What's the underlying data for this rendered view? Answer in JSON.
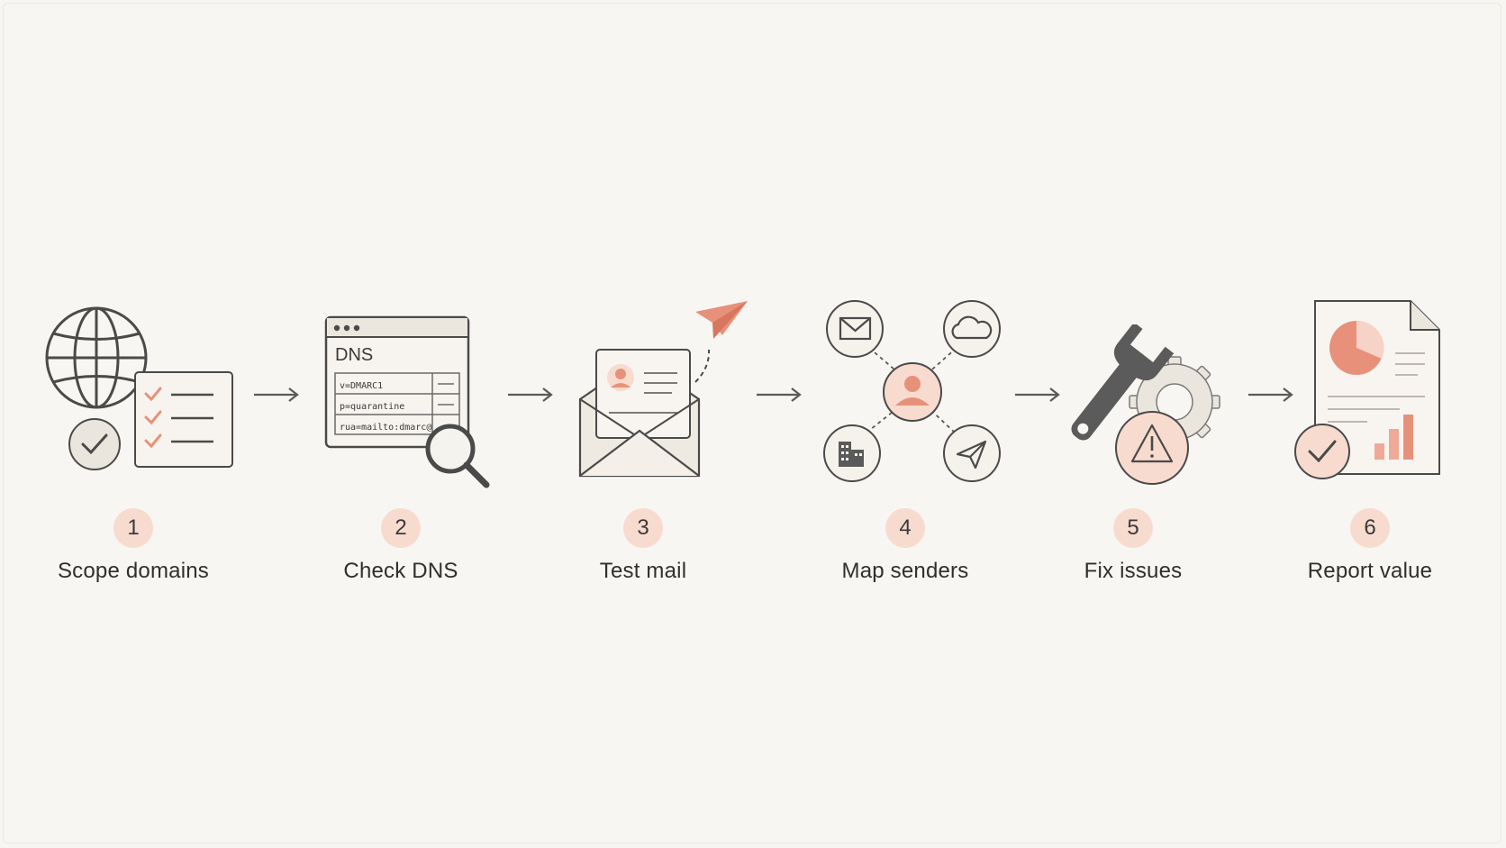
{
  "colors": {
    "background": "#f8f6f2",
    "accent": "#e8917a",
    "accent_light": "#f8dbcf",
    "stroke": "#4a4a4a"
  },
  "steps": [
    {
      "number": "1",
      "label": "Scope domains",
      "icon": "globe-checklist-icon"
    },
    {
      "number": "2",
      "label": "Check DNS",
      "icon": "dns-record-search-icon"
    },
    {
      "number": "3",
      "label": "Test mail",
      "icon": "envelope-send-icon"
    },
    {
      "number": "4",
      "label": "Map senders",
      "icon": "sender-network-icon"
    },
    {
      "number": "5",
      "label": "Fix issues",
      "icon": "wrench-gear-warning-icon"
    },
    {
      "number": "6",
      "label": "Report value",
      "icon": "report-chart-icon"
    }
  ],
  "dns_panel": {
    "title": "DNS",
    "records": [
      "v=DMARC1",
      "p=quarantine",
      "rua=mailto:dmarc@"
    ]
  }
}
